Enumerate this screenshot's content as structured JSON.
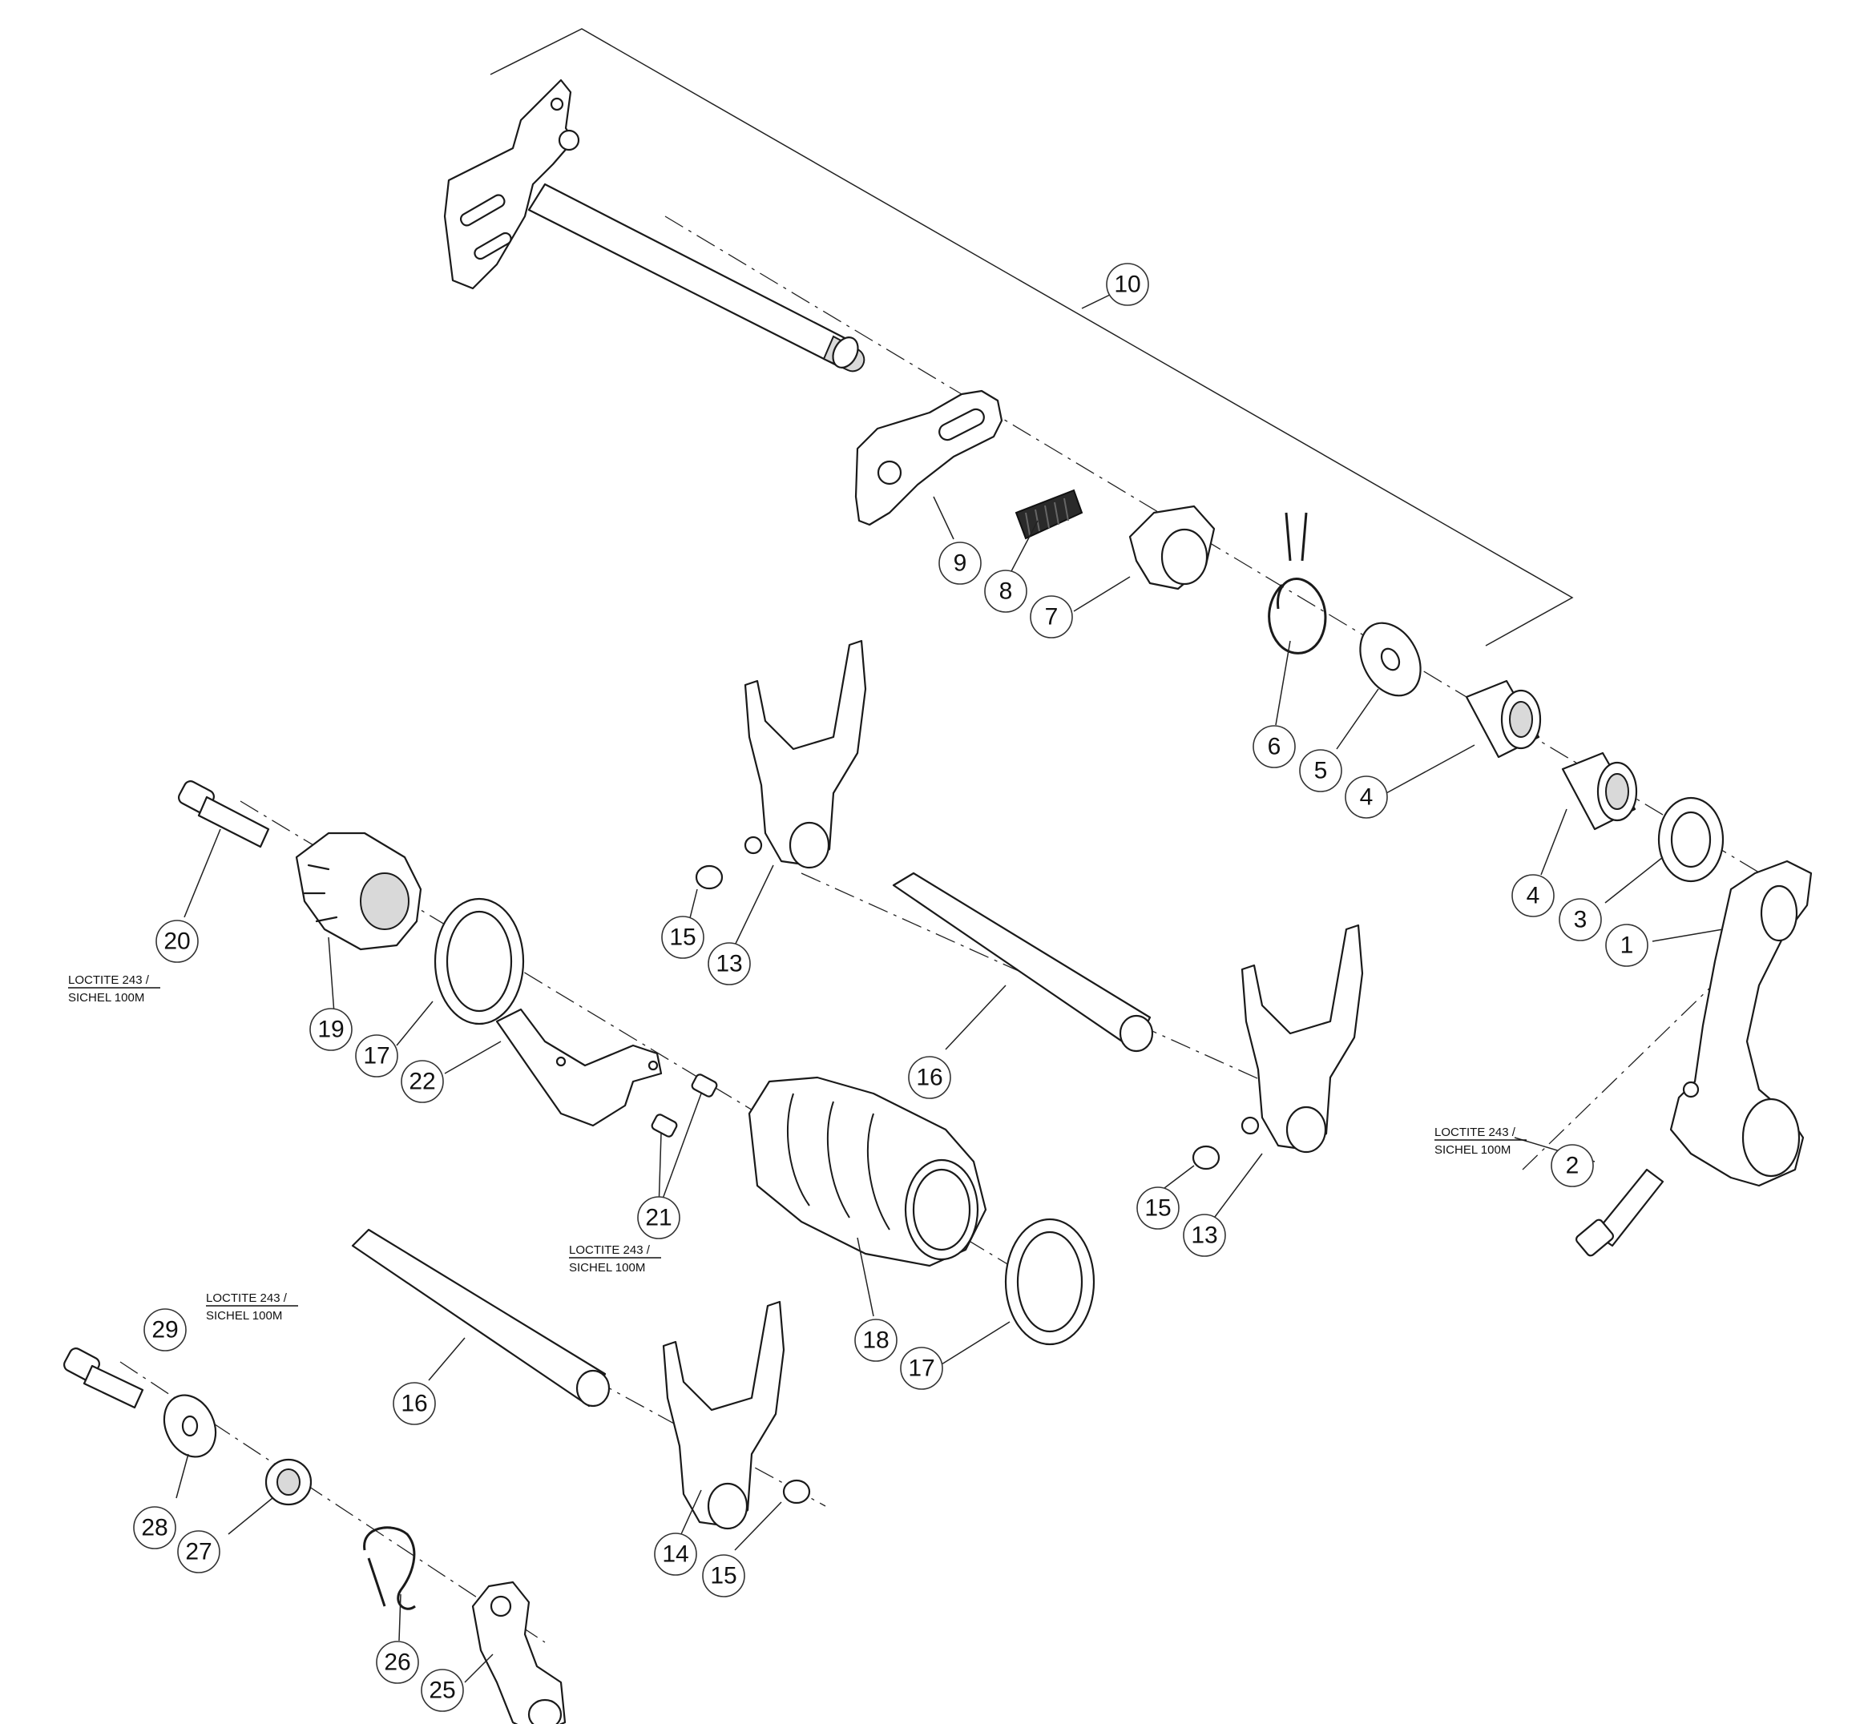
{
  "callouts": [
    {
      "id": "c10",
      "label": "10"
    },
    {
      "id": "c9",
      "label": "9"
    },
    {
      "id": "c8",
      "label": "8"
    },
    {
      "id": "c7",
      "label": "7"
    },
    {
      "id": "c6",
      "label": "6"
    },
    {
      "id": "c5",
      "label": "5"
    },
    {
      "id": "c4a",
      "label": "4"
    },
    {
      "id": "c4b",
      "label": "4"
    },
    {
      "id": "c3",
      "label": "3"
    },
    {
      "id": "c1",
      "label": "1"
    },
    {
      "id": "c2",
      "label": "2"
    },
    {
      "id": "c20",
      "label": "20"
    },
    {
      "id": "c19",
      "label": "19"
    },
    {
      "id": "c17a",
      "label": "17"
    },
    {
      "id": "c22",
      "label": "22"
    },
    {
      "id": "c15a",
      "label": "15"
    },
    {
      "id": "c13a",
      "label": "13"
    },
    {
      "id": "c16a",
      "label": "16"
    },
    {
      "id": "c21",
      "label": "21"
    },
    {
      "id": "c18",
      "label": "18"
    },
    {
      "id": "c17b",
      "label": "17"
    },
    {
      "id": "c15b",
      "label": "15"
    },
    {
      "id": "c13b",
      "label": "13"
    },
    {
      "id": "c29",
      "label": "29"
    },
    {
      "id": "c16b",
      "label": "16"
    },
    {
      "id": "c28",
      "label": "28"
    },
    {
      "id": "c27",
      "label": "27"
    },
    {
      "id": "c26",
      "label": "26"
    },
    {
      "id": "c25",
      "label": "25"
    },
    {
      "id": "c14",
      "label": "14"
    },
    {
      "id": "c15c",
      "label": "15"
    }
  ],
  "notes": [
    {
      "id": "n20",
      "line1": "LOCTITE 243 /",
      "line2": "SICHEL 100M"
    },
    {
      "id": "n2",
      "line1": "LOCTITE 243 /",
      "line2": "SICHEL 100M"
    },
    {
      "id": "n21",
      "line1": "LOCTITE 243 /",
      "line2": "SICHEL 100M"
    },
    {
      "id": "n29",
      "line1": "LOCTITE 243 /",
      "line2": "SICHEL 100M"
    }
  ]
}
